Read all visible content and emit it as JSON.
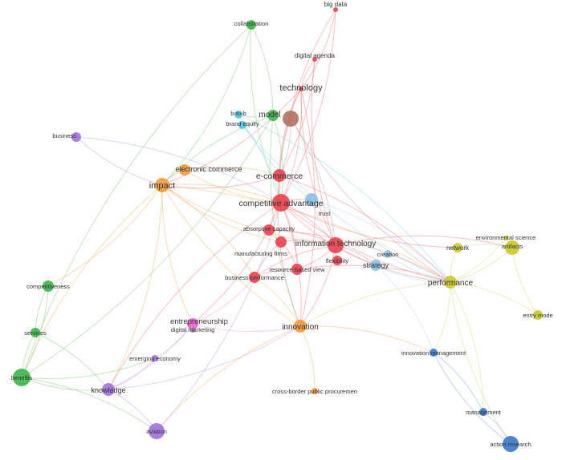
{
  "clusters": {
    "red": {
      "node": "#e8414e",
      "edge": "#f08a92"
    },
    "orange": {
      "node": "#f29a38",
      "edge": "#f6b977"
    },
    "green": {
      "node": "#3cb44b",
      "edge": "#8fd08a"
    },
    "yellow": {
      "node": "#c8c82a",
      "edge": "#dede86"
    },
    "blue": {
      "node": "#3a78c8",
      "edge": "#8ab2e0"
    },
    "purple": {
      "node": "#a070d8",
      "edge": "#c6a8ea"
    },
    "cyan": {
      "node": "#4cc3e0",
      "edge": "#98dcee"
    },
    "brown": {
      "node": "#b07060",
      "edge": "#d0a8a0"
    },
    "pink": {
      "node": "#e860d0",
      "edge": "#f0a8e4"
    },
    "lightblue": {
      "node": "#8cc0e6",
      "edge": "#b8d8f0"
    },
    "grey": {
      "node": "#8c8c8c",
      "edge": "#bdbdbd"
    }
  },
  "nodes": [
    {
      "id": "big-data",
      "label": "big data",
      "cluster": "red",
      "size": 3
    },
    {
      "id": "digital-agenda",
      "label": "digital agenda",
      "cluster": "red",
      "size": 3
    },
    {
      "id": "collaboration",
      "label": "collaboration",
      "cluster": "green",
      "size": 6
    },
    {
      "id": "technology",
      "label": "technology",
      "cluster": "red",
      "size": 3
    },
    {
      "id": "model",
      "label": "model",
      "cluster": "green",
      "size": 7
    },
    {
      "id": "b2b",
      "label": "b-to-b",
      "cluster": "cyan",
      "size": 5
    },
    {
      "id": "brand-equity",
      "label": "brand equity",
      "cluster": "cyan",
      "size": 5
    },
    {
      "id": "brown-node",
      "label": "",
      "cluster": "brown",
      "size": 10
    },
    {
      "id": "business",
      "label": "business",
      "cluster": "purple",
      "size": 6
    },
    {
      "id": "electronic-commerce",
      "label": "electronic commerce",
      "cluster": "orange",
      "size": 7
    },
    {
      "id": "e-commerce",
      "label": "e-commerce",
      "cluster": "red",
      "size": 8
    },
    {
      "id": "impact",
      "label": "impact",
      "cluster": "orange",
      "size": 9
    },
    {
      "id": "competitive-advantage",
      "label": "competitive advantage",
      "cluster": "red",
      "size": 11
    },
    {
      "id": "trust",
      "label": "trust",
      "cluster": "lightblue",
      "size": 8
    },
    {
      "id": "absorptive-capacity",
      "label": "absorptive capacity",
      "cluster": "red",
      "size": 7
    },
    {
      "id": "information-technology",
      "label": "information technology",
      "cluster": "red",
      "size": 10
    },
    {
      "id": "manufacturing-firms",
      "label": "manufacturing firms",
      "cluster": "red",
      "size": 7
    },
    {
      "id": "flexibility",
      "label": "flexibility",
      "cluster": "red",
      "size": 6
    },
    {
      "id": "resource-based-view",
      "label": "resource-based view",
      "cluster": "red",
      "size": 7
    },
    {
      "id": "business-performance",
      "label": "business performance",
      "cluster": "red",
      "size": 7
    },
    {
      "id": "strategy",
      "label": "strategy",
      "cluster": "lightblue",
      "size": 7
    },
    {
      "id": "creation",
      "label": "creation",
      "cluster": "lightblue",
      "size": 5
    },
    {
      "id": "network",
      "label": "network",
      "cluster": "yellow",
      "size": 6
    },
    {
      "id": "artifacts",
      "label": "artifacts",
      "cluster": "yellow",
      "size": 9
    },
    {
      "id": "environmental-science",
      "label": "environmental science",
      "cluster": "yellow",
      "size": 3
    },
    {
      "id": "performance",
      "label": "performance",
      "cluster": "yellow",
      "size": 8
    },
    {
      "id": "entry-mode",
      "label": "entry mode",
      "cluster": "yellow",
      "size": 6
    },
    {
      "id": "competitiveness",
      "label": "competitiveness",
      "cluster": "green",
      "size": 7
    },
    {
      "id": "services",
      "label": "services",
      "cluster": "green",
      "size": 6
    },
    {
      "id": "benefits",
      "label": "benefits",
      "cluster": "green",
      "size": 11
    },
    {
      "id": "entrepreneurship",
      "label": "entrepreneurship",
      "cluster": "pink",
      "size": 7
    },
    {
      "id": "digital-marketing",
      "label": "digital marketing",
      "cluster": "grey",
      "size": 3
    },
    {
      "id": "emerging-economy",
      "label": "emerging economy",
      "cluster": "purple",
      "size": 4
    },
    {
      "id": "knowledge",
      "label": "knowledge",
      "cluster": "purple",
      "size": 8
    },
    {
      "id": "innovation",
      "label": "innovation",
      "cluster": "orange",
      "size": 8
    },
    {
      "id": "innovation-management",
      "label": "innovation management",
      "cluster": "blue",
      "size": 5
    },
    {
      "id": "cross-border-public-procurement",
      "label": "cross-border public procuremen",
      "cluster": "orange",
      "size": 4
    },
    {
      "id": "management",
      "label": "management",
      "cluster": "blue",
      "size": 5
    },
    {
      "id": "aviation",
      "label": "aviation",
      "cluster": "purple",
      "size": 10
    },
    {
      "id": "action-research",
      "label": "action research",
      "cluster": "blue",
      "size": 10
    }
  ],
  "edges": [
    [
      "big-data",
      "technology"
    ],
    [
      "big-data",
      "e-commerce"
    ],
    [
      "big-data",
      "competitive-advantage"
    ],
    [
      "digital-agenda",
      "technology"
    ],
    [
      "digital-agenda",
      "e-commerce"
    ],
    [
      "digital-agenda",
      "information-technology"
    ],
    [
      "collaboration",
      "model"
    ],
    [
      "collaboration",
      "benefits"
    ],
    [
      "collaboration",
      "impact"
    ],
    [
      "collaboration",
      "competitive-advantage"
    ],
    [
      "technology",
      "competitive-advantage"
    ],
    [
      "technology",
      "e-commerce"
    ],
    [
      "technology",
      "impact"
    ],
    [
      "technology",
      "information-technology"
    ],
    [
      "technology",
      "innovation"
    ],
    [
      "technology",
      "brown-node"
    ],
    [
      "model",
      "competitive-advantage"
    ],
    [
      "model",
      "impact"
    ],
    [
      "model",
      "benefits"
    ],
    [
      "model",
      "innovation"
    ],
    [
      "model",
      "b2b"
    ],
    [
      "b2b",
      "trust"
    ],
    [
      "b2b",
      "performance"
    ],
    [
      "brand-equity",
      "performance"
    ],
    [
      "brand-equity",
      "competitive-advantage"
    ],
    [
      "brown-node",
      "competitive-advantage"
    ],
    [
      "brown-node",
      "information-technology"
    ],
    [
      "brown-node",
      "performance"
    ],
    [
      "brown-node",
      "e-commerce"
    ],
    [
      "business",
      "impact"
    ],
    [
      "business",
      "competitive-advantage"
    ],
    [
      "electronic-commerce",
      "impact"
    ],
    [
      "electronic-commerce",
      "e-commerce"
    ],
    [
      "electronic-commerce",
      "competitive-advantage"
    ],
    [
      "e-commerce",
      "impact"
    ],
    [
      "e-commerce",
      "competitive-advantage"
    ],
    [
      "e-commerce",
      "performance"
    ],
    [
      "e-commerce",
      "innovation"
    ],
    [
      "impact",
      "competitive-advantage"
    ],
    [
      "impact",
      "information-technology"
    ],
    [
      "impact",
      "performance"
    ],
    [
      "impact",
      "innovation"
    ],
    [
      "impact",
      "competitiveness"
    ],
    [
      "impact",
      "benefits"
    ],
    [
      "impact",
      "knowledge"
    ],
    [
      "impact",
      "manufacturing-firms"
    ],
    [
      "impact",
      "business-performance"
    ],
    [
      "impact",
      "entrepreneurship"
    ],
    [
      "competitive-advantage",
      "information-technology"
    ],
    [
      "competitive-advantage",
      "absorptive-capacity"
    ],
    [
      "competitive-advantage",
      "resource-based-view"
    ],
    [
      "competitive-advantage",
      "performance"
    ],
    [
      "competitive-advantage",
      "innovation"
    ],
    [
      "competitive-advantage",
      "strategy"
    ],
    [
      "competitive-advantage",
      "trust"
    ],
    [
      "competitive-advantage",
      "network"
    ],
    [
      "competitive-advantage",
      "entrepreneurship"
    ],
    [
      "competitive-advantage",
      "knowledge"
    ],
    [
      "trust",
      "performance"
    ],
    [
      "trust",
      "information-technology"
    ],
    [
      "absorptive-capacity",
      "information-technology"
    ],
    [
      "absorptive-capacity",
      "manufacturing-firms"
    ],
    [
      "absorptive-capacity",
      "performance"
    ],
    [
      "information-technology",
      "performance"
    ],
    [
      "information-technology",
      "strategy"
    ],
    [
      "information-technology",
      "flexibility"
    ],
    [
      "information-technology",
      "resource-based-view"
    ],
    [
      "information-technology",
      "manufacturing-firms"
    ],
    [
      "information-technology",
      "innovation"
    ],
    [
      "information-technology",
      "business-performance"
    ],
    [
      "information-technology",
      "artifacts"
    ],
    [
      "manufacturing-firms",
      "business-performance"
    ],
    [
      "manufacturing-firms",
      "resource-based-view"
    ],
    [
      "resource-based-view",
      "business-performance"
    ],
    [
      "resource-based-view",
      "performance"
    ],
    [
      "strategy",
      "performance"
    ],
    [
      "strategy",
      "innovation-management"
    ],
    [
      "creation",
      "performance"
    ],
    [
      "network",
      "artifacts"
    ],
    [
      "network",
      "performance"
    ],
    [
      "artifacts",
      "performance"
    ],
    [
      "artifacts",
      "environmental-science"
    ],
    [
      "environmental-science",
      "performance"
    ],
    [
      "entry-mode",
      "performance"
    ],
    [
      "entry-mode",
      "artifacts"
    ],
    [
      "performance",
      "innovation"
    ],
    [
      "performance",
      "innovation-management"
    ],
    [
      "performance",
      "action-research"
    ],
    [
      "performance",
      "management"
    ],
    [
      "competitiveness",
      "services"
    ],
    [
      "competitiveness",
      "benefits"
    ],
    [
      "services",
      "benefits"
    ],
    [
      "services",
      "knowledge"
    ],
    [
      "benefits",
      "knowledge"
    ],
    [
      "benefits",
      "aviation"
    ],
    [
      "benefits",
      "emerging-economy"
    ],
    [
      "entrepreneurship",
      "digital-marketing"
    ],
    [
      "entrepreneurship",
      "innovation"
    ],
    [
      "entrepreneurship",
      "knowledge"
    ],
    [
      "entrepreneurship",
      "business-performance"
    ],
    [
      "emerging-economy",
      "knowledge"
    ],
    [
      "emerging-economy",
      "entrepreneurship"
    ],
    [
      "knowledge",
      "aviation"
    ],
    [
      "knowledge",
      "innovation"
    ],
    [
      "innovation",
      "cross-border-public-procurement"
    ],
    [
      "innovation",
      "aviation"
    ],
    [
      "innovation",
      "innovation-management"
    ],
    [
      "innovation",
      "business-performance"
    ],
    [
      "innovation-management",
      "management"
    ],
    [
      "innovation-management",
      "action-research"
    ],
    [
      "management",
      "action-research"
    ],
    [
      "aviation",
      "competitive-advantage"
    ]
  ]
}
